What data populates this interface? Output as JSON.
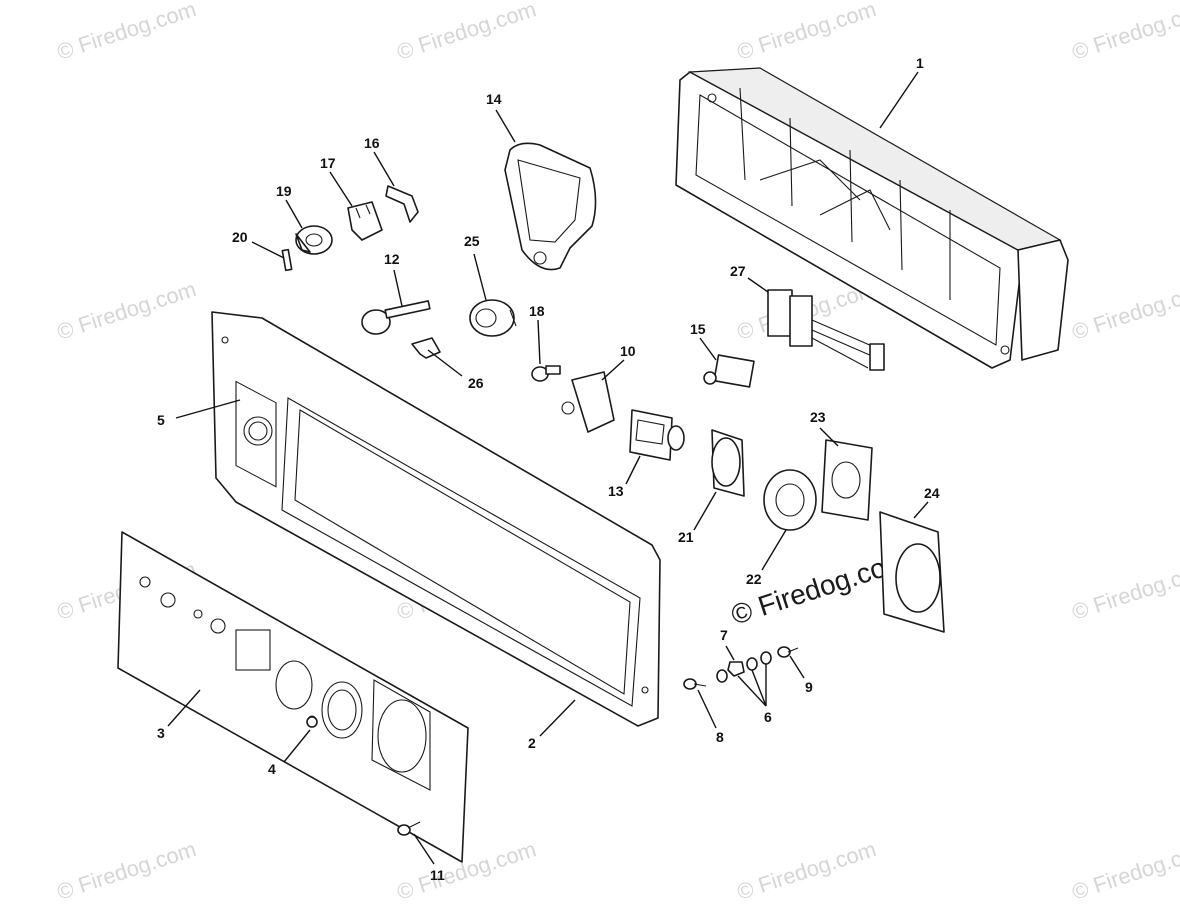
{
  "watermark": {
    "text": "© Firedog.com",
    "center_text": "© Firedog.com"
  },
  "callouts": [
    {
      "id": "1",
      "label": "1"
    },
    {
      "id": "2",
      "label": "2"
    },
    {
      "id": "3",
      "label": "3"
    },
    {
      "id": "4",
      "label": "4"
    },
    {
      "id": "5",
      "label": "5"
    },
    {
      "id": "6",
      "label": "6"
    },
    {
      "id": "7",
      "label": "7"
    },
    {
      "id": "8",
      "label": "8"
    },
    {
      "id": "9",
      "label": "9"
    },
    {
      "id": "10",
      "label": "10"
    },
    {
      "id": "11",
      "label": "11"
    },
    {
      "id": "12",
      "label": "12"
    },
    {
      "id": "13",
      "label": "13"
    },
    {
      "id": "14",
      "label": "14"
    },
    {
      "id": "15",
      "label": "15"
    },
    {
      "id": "16",
      "label": "16"
    },
    {
      "id": "17",
      "label": "17"
    },
    {
      "id": "18",
      "label": "18"
    },
    {
      "id": "19",
      "label": "19"
    },
    {
      "id": "20",
      "label": "20"
    },
    {
      "id": "21",
      "label": "21"
    },
    {
      "id": "22",
      "label": "22"
    },
    {
      "id": "23",
      "label": "23"
    },
    {
      "id": "24",
      "label": "24"
    },
    {
      "id": "25",
      "label": "25"
    },
    {
      "id": "26",
      "label": "26"
    },
    {
      "id": "27",
      "label": "27"
    }
  ]
}
